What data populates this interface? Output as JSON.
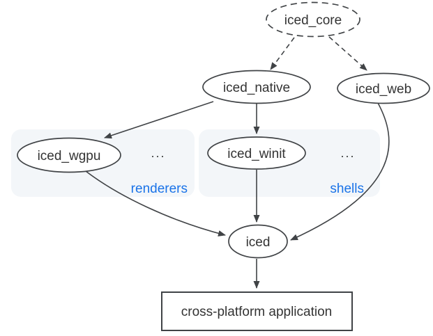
{
  "diagram": {
    "nodes": {
      "iced_core": {
        "label": "iced_core",
        "shape": "ellipse-dashed"
      },
      "iced_native": {
        "label": "iced_native",
        "shape": "ellipse"
      },
      "iced_web": {
        "label": "iced_web",
        "shape": "ellipse"
      },
      "iced_wgpu": {
        "label": "iced_wgpu",
        "shape": "ellipse"
      },
      "iced_winit": {
        "label": "iced_winit",
        "shape": "ellipse"
      },
      "iced": {
        "label": "iced",
        "shape": "ellipse"
      },
      "app": {
        "label": "cross-platform application",
        "shape": "rectangle"
      }
    },
    "groups": {
      "renderers": {
        "label": "renderers",
        "more": "...",
        "members": [
          "iced_wgpu"
        ]
      },
      "shells": {
        "label": "shells",
        "more": "...",
        "members": [
          "iced_winit"
        ]
      }
    },
    "edges": [
      {
        "from": "iced_core",
        "to": "iced_native",
        "style": "dashed"
      },
      {
        "from": "iced_core",
        "to": "iced_web",
        "style": "dashed"
      },
      {
        "from": "iced_native",
        "to": "iced_wgpu",
        "style": "solid"
      },
      {
        "from": "iced_native",
        "to": "iced_winit",
        "style": "solid"
      },
      {
        "from": "iced_winit",
        "to": "iced",
        "style": "solid"
      },
      {
        "from": "iced_wgpu",
        "to": "iced",
        "style": "solid"
      },
      {
        "from": "iced_web",
        "to": "iced",
        "style": "solid"
      },
      {
        "from": "iced",
        "to": "app",
        "style": "solid"
      }
    ],
    "colors": {
      "group_label": "#1a73e8",
      "group_fill": "#f3f6f9",
      "line": "#404346",
      "text": "#333333",
      "background": "#ffffff"
    }
  }
}
